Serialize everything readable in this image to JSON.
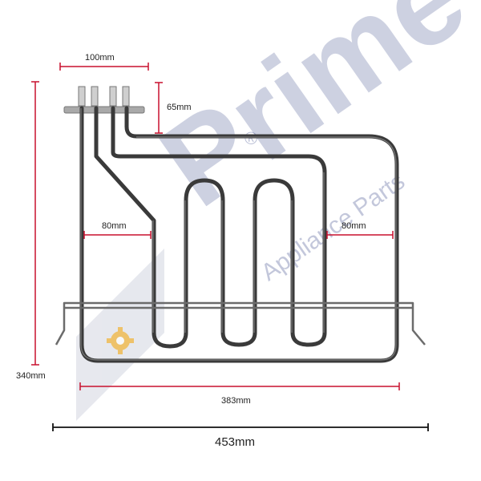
{
  "watermark": {
    "brand": "Prime",
    "tagline": "Appliance Parts",
    "registered_mark": "®",
    "colors": {
      "navy": "#3b4a8a",
      "gold": "#f2b233",
      "slate": "#c9cdda"
    }
  },
  "dimensions": {
    "top_width": "100mm",
    "terminal_height": "65mm",
    "left_inner_width": "80mm",
    "right_inner_width": "80mm",
    "element_width": "383mm",
    "overall_height": "340mm",
    "overall_width": "453mm"
  },
  "colors": {
    "dimension_line": "#c8102e",
    "overall_line": "#111111",
    "element": "#3a3a3a",
    "element_highlight": "#8a8a8a",
    "bracket": "#6b6b6b",
    "terminal": "#a9a9a9"
  },
  "icons": {
    "watermark": "prime-logo-icon",
    "gear": "gear-icon"
  }
}
